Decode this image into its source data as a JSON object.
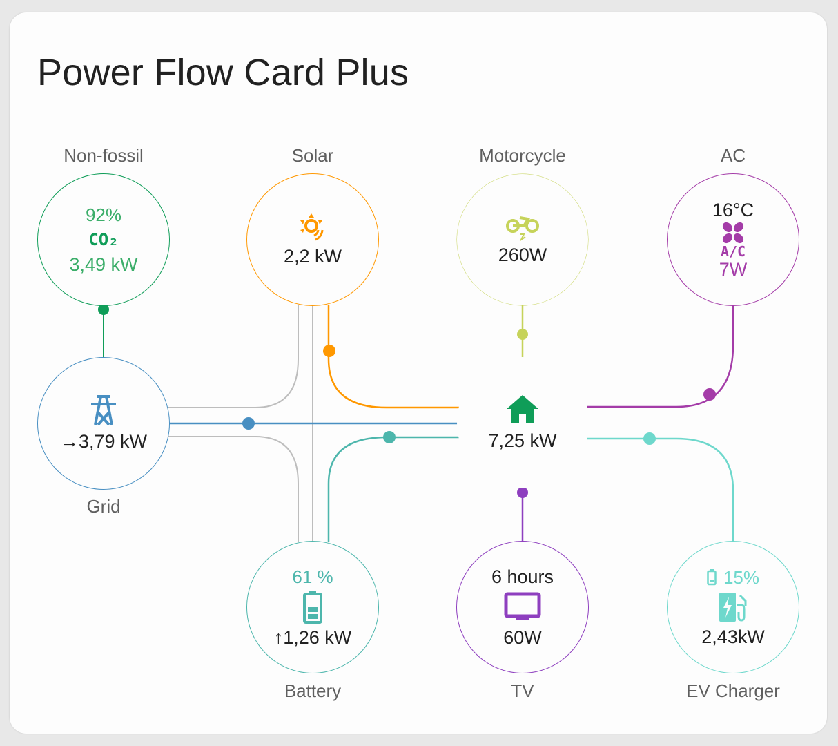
{
  "title": "Power Flow Card Plus",
  "colors": {
    "non_fossil": "#0f9d58",
    "solar": "#ff9800",
    "grid": "#488fc2",
    "battery": "#4db6ac",
    "home_green": "#0f9d58",
    "motorcycle": "#c6d35a",
    "ac": "#a43ca8",
    "tv": "#8e3fbf",
    "ev": "#6ed8cc",
    "inactive_line": "#bdbdbd"
  },
  "nodes": {
    "non_fossil": {
      "label": "Non-fossil",
      "percentage": "92%",
      "icon": "co2-icon",
      "icon_text": "CO₂",
      "value": "3,49 kW"
    },
    "solar": {
      "label": "Solar",
      "icon": "solar-power-icon",
      "value": "2,2 kW"
    },
    "motorcycle": {
      "label": "Motorcycle",
      "icon": "motorbike-electric-icon",
      "value": "260W"
    },
    "ac": {
      "label": "AC",
      "secondary": "16°C",
      "icon": "air-conditioner-icon",
      "icon_text": "A/C",
      "value": "7W"
    },
    "grid": {
      "label": "Grid",
      "icon": "transmission-tower-icon",
      "arrow": "→",
      "value": "3,79 kW"
    },
    "home": {
      "icon": "home-icon",
      "value": "7,25 kW"
    },
    "battery": {
      "label": "Battery",
      "percentage": "61 %",
      "icon": "battery-medium-icon",
      "arrow": "↑",
      "value": "1,26 kW"
    },
    "tv": {
      "label": "TV",
      "secondary": "6 hours",
      "icon": "monitor-icon",
      "value": "60W"
    },
    "ev_charger": {
      "label": "EV Charger",
      "secondary_icon": "battery-low-icon",
      "secondary": "15%",
      "icon": "ev-station-icon",
      "value": "2,43kW"
    }
  }
}
